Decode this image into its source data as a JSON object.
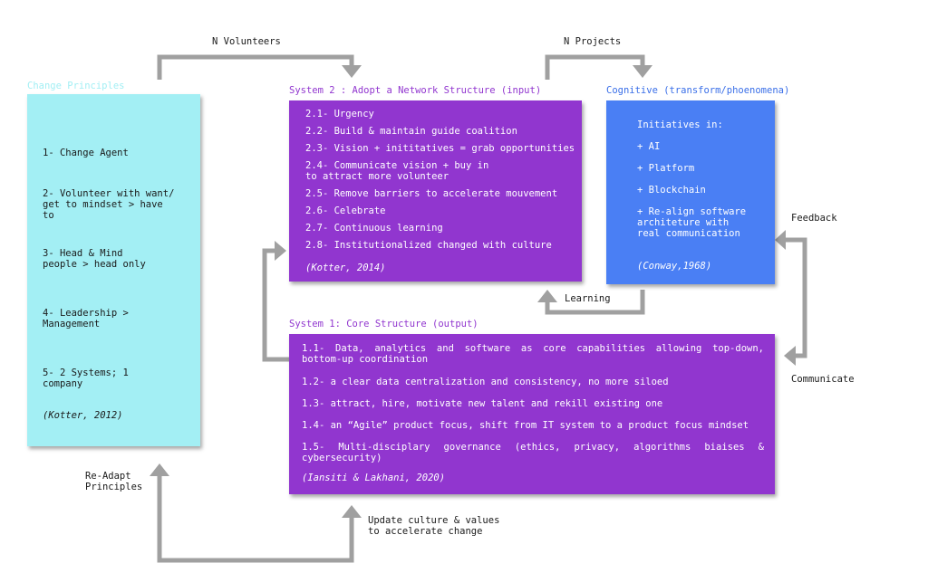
{
  "connectors": {
    "n_volunteers": "N Volunteers",
    "n_projects": "N Projects",
    "feedback": "Feedback",
    "communicate": "Communicate",
    "learning": "Learning",
    "re_adapt": "Re-Adapt\nPrinciples",
    "update_culture": "Update culture & values\nto accelerate change"
  },
  "colors": {
    "cyan_box": "#a3eff4",
    "purple_box": "#9136cf",
    "blue_box": "#4a7ff4",
    "arrow": "#a0a0a0"
  },
  "change_principles": {
    "title": "Change Principles",
    "items": [
      "1- Change Agent",
      "2- Volunteer with want/\nget to mindset > have\nto",
      "3- Head & Mind\npeople > head only",
      "4- Leadership >\nManagement",
      "5- 2 Systems; 1\ncompany"
    ],
    "citation": "(Kotter, 2012)"
  },
  "system2": {
    "title": "System 2 : Adopt a Network Structure (input)",
    "items": [
      "2.1- Urgency",
      "2.2- Build & maintain guide coalition",
      "2.3- Vision + inititatives = grab opportunities",
      "2.4- Communicate vision + buy in\nto attract more volunteer",
      "2.5- Remove barriers to accelerate mouvement",
      "2.6- Celebrate",
      "2.7- Continuous learning",
      "2.8- Institutionalized changed with culture"
    ],
    "citation": "(Kotter, 2014)"
  },
  "cognitive": {
    "title": "Cognitive (transform/phoenomena)",
    "items": [
      "Initiatives in:",
      "+ AI",
      "+ Platform",
      "+ Blockchain",
      "+ Re-align software\narchiteture with\nreal communication"
    ],
    "citation": "(Conway,1968)"
  },
  "system1": {
    "title": "System 1: Core Structure (output)",
    "items": [
      "1.1- Data, analytics and software as core capabilities allowing top-down, bottom-up coordination",
      "1.2- a clear data centralization and consistency, no more siloed",
      "1.3- attract, hire, motivate new talent and rekill existing one",
      "1.4- an “Agile” product focus, shift from IT system to a product focus mindset",
      "1.5- Multi-disciplary governance (ethics, privacy, algorithms biaises & cybersecurity)"
    ],
    "citation": "(Iansiti & Lakhani, 2020)"
  }
}
